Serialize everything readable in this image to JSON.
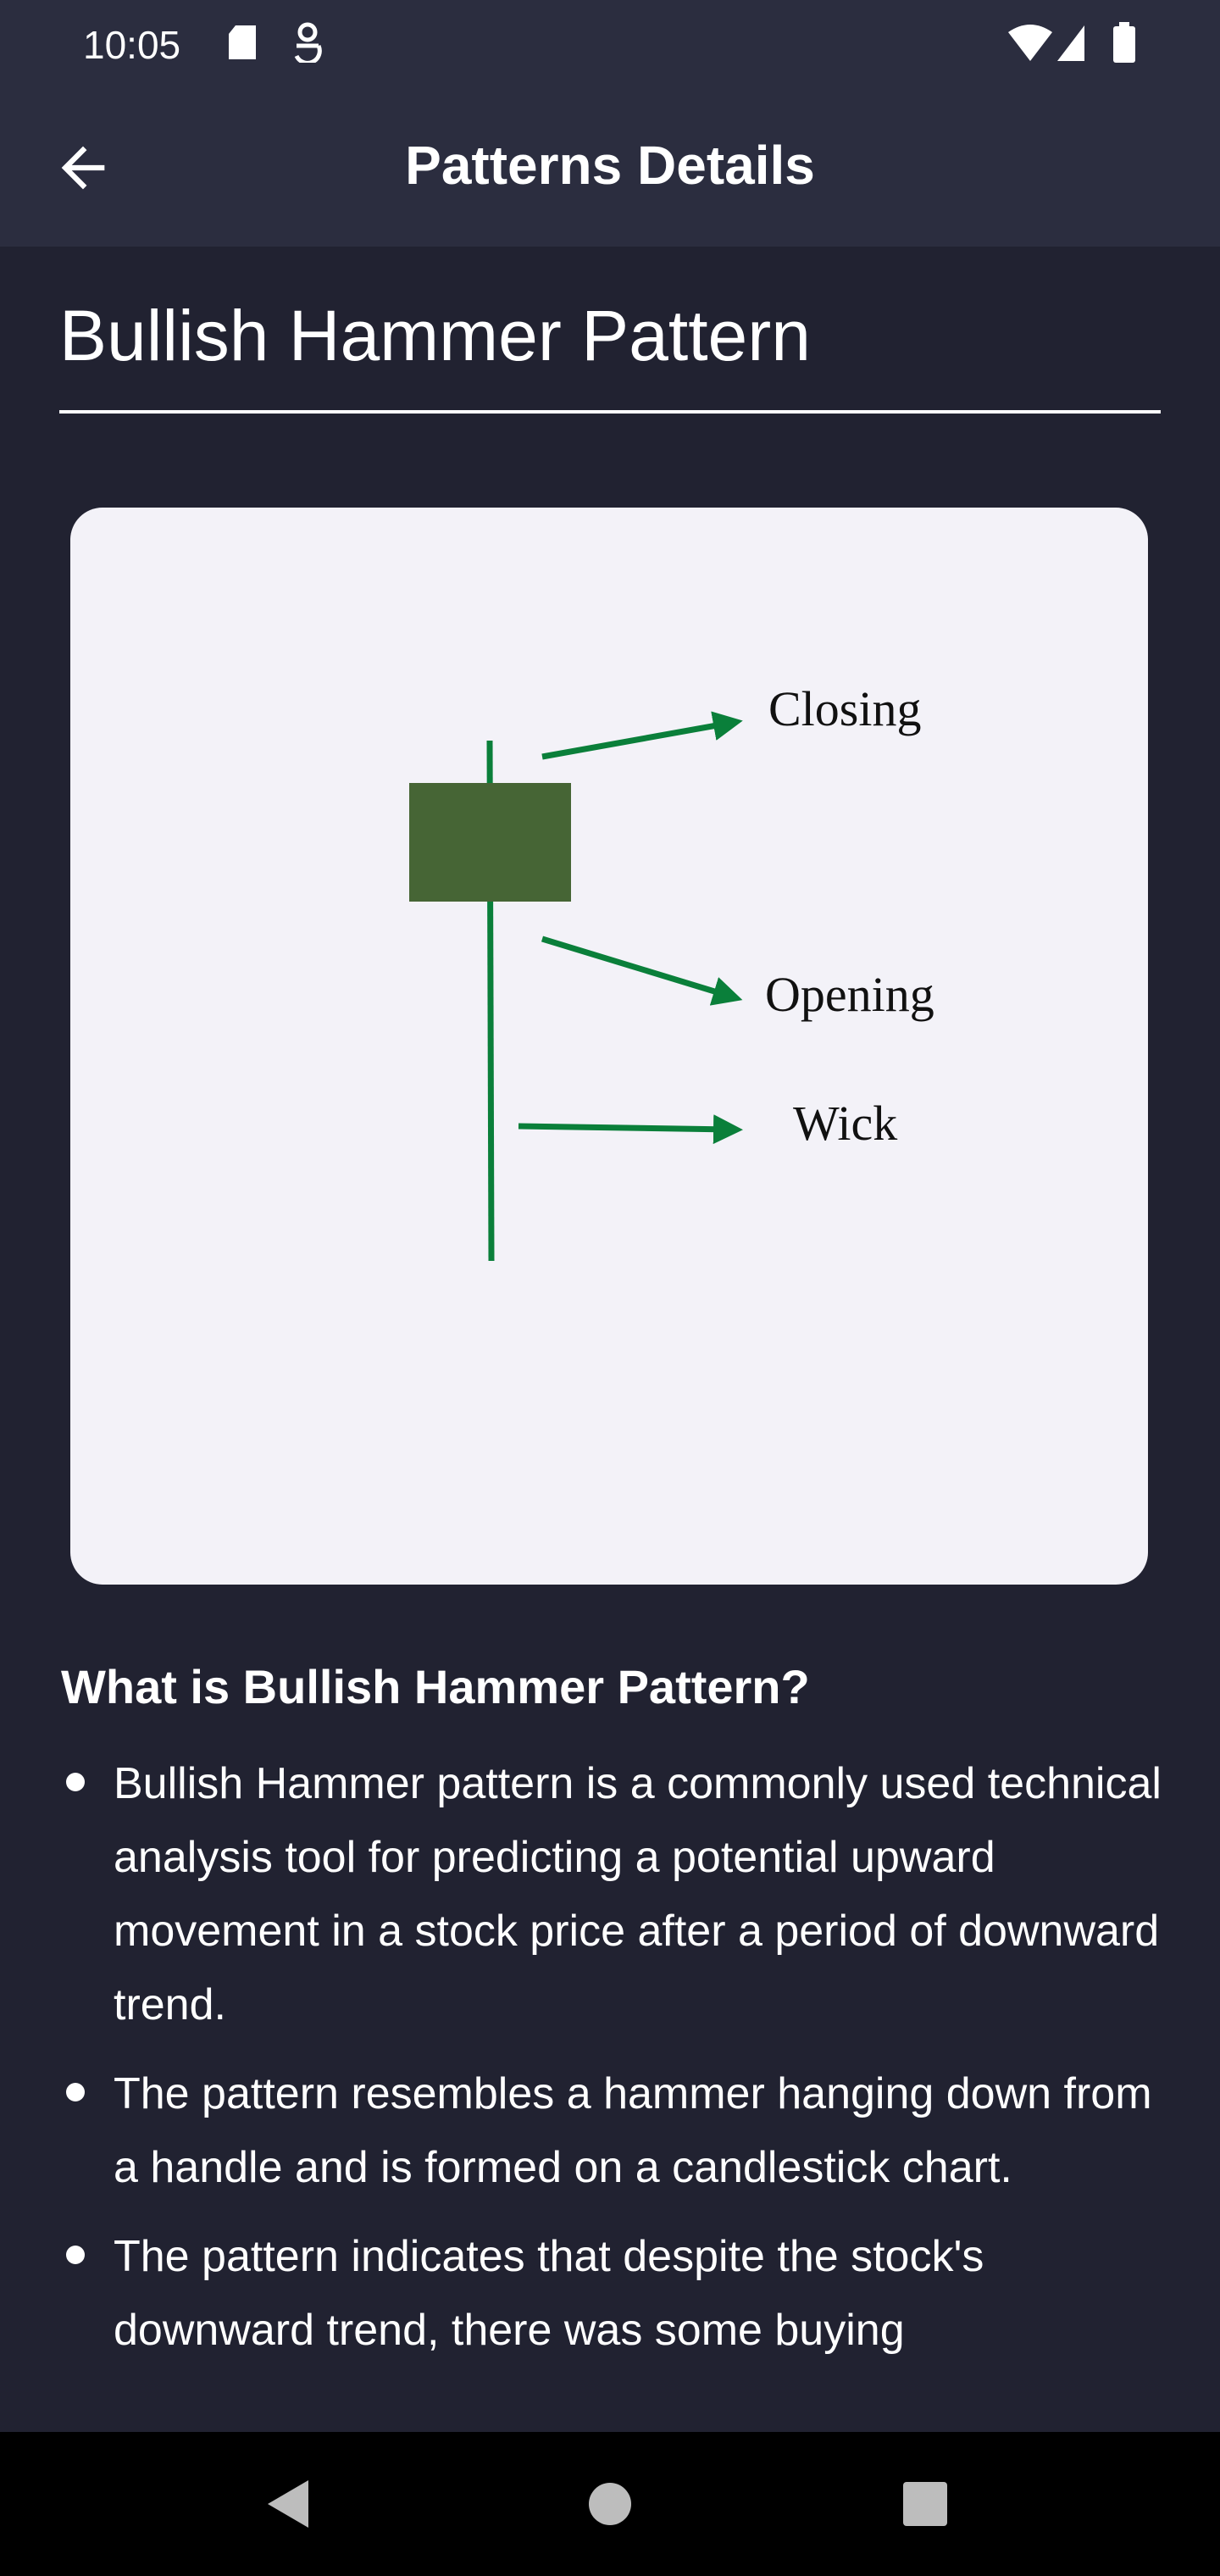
{
  "status_bar": {
    "time": "10:05"
  },
  "app_bar": {
    "title": "Patterns Details"
  },
  "page": {
    "title": "Bullish Hammer Pattern"
  },
  "diagram": {
    "labels": {
      "closing": "Closing",
      "opening": "Opening",
      "wick": "Wick"
    },
    "colors": {
      "body": "#466535",
      "line": "#0a7f3a",
      "background": "#f3f2f8"
    }
  },
  "section": {
    "heading": "What is Bullish Hammer Pattern?",
    "bullets": [
      "Bullish Hammer pattern is a commonly used technical analysis tool for predicting a potential upward movement in a stock price after a period of downward trend.",
      "The pattern resembles a hammer hanging down from a handle and is formed on a candlestick chart.",
      "The pattern indicates that despite the stock's downward trend, there was some buying"
    ]
  }
}
